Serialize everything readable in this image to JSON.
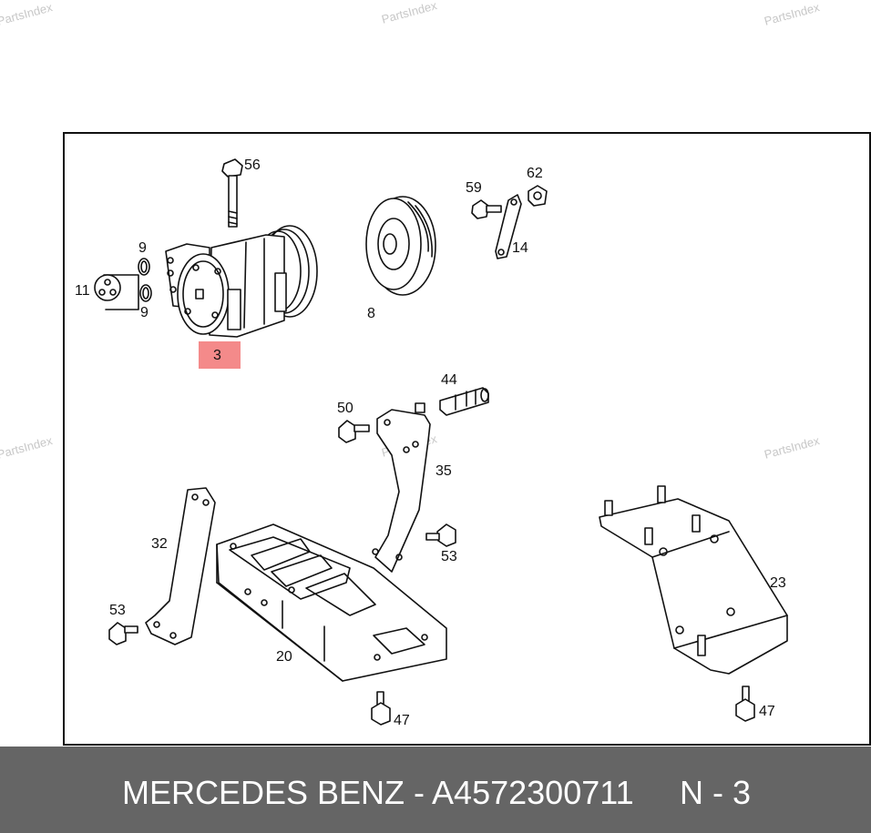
{
  "watermark": "PartsIndex",
  "callouts": {
    "c56": "56",
    "c9a": "9",
    "c11": "11",
    "c9b": "9",
    "c3": "3",
    "c8": "8",
    "c59": "59",
    "c62": "62",
    "c14": "14",
    "c44": "44",
    "c50": "50",
    "c35": "35",
    "c53a": "53",
    "c32": "32",
    "c53b": "53",
    "c20": "20",
    "c23": "23",
    "c47a": "47",
    "c47b": "47"
  },
  "highlight": {
    "label": "3",
    "color": "#f48a8a"
  },
  "footer": {
    "brand_part": "MERCEDES BENZ - A4572300711",
    "position": "N - 3",
    "background": "#656565",
    "text_color": "#ffffff"
  }
}
